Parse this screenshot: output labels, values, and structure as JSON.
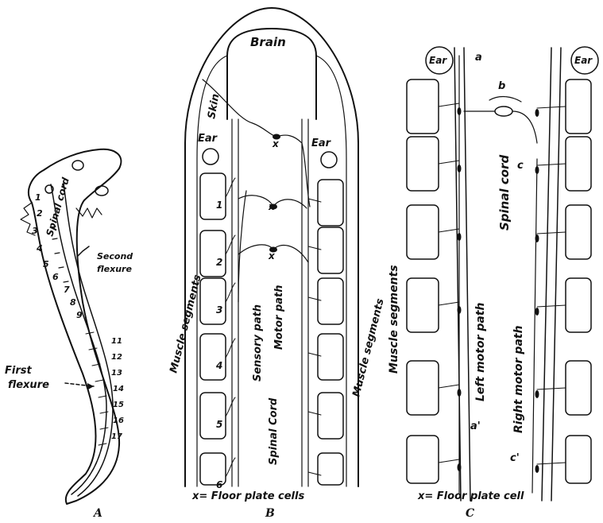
{
  "figure": {
    "panel_a": {
      "caption": "A",
      "spinal_cord_label": "Spinal cord",
      "second_flexure_label": "Second\nflexure",
      "first_flexure_label": "First\nflexure",
      "segment_numbers_front": [
        "1",
        "2",
        "3",
        "4",
        "5",
        "6",
        "7",
        "8",
        "9"
      ],
      "segment_numbers_back": [
        "11",
        "12",
        "13",
        "14",
        "15",
        "16",
        "17"
      ]
    },
    "panel_b": {
      "caption": "B",
      "brain_label": "Brain",
      "skin_label": "Skin",
      "ear_left_label": "Ear",
      "ear_right_label": "Ear",
      "segment_numbers": [
        "1",
        "2",
        "3",
        "4",
        "5",
        "6"
      ],
      "muscle_left_label": "Muscle segments",
      "muscle_right_label": "Muscle segments",
      "sensory_path_label": "Sensory path",
      "motor_path_label": "Motor path",
      "spinal_cord_label": "Spinal Cord",
      "floor_marker": "x",
      "legend": "x= Floor plate cells"
    },
    "panel_c": {
      "caption": "C",
      "ear_left_label": "Ear",
      "ear_right_label": "Ear",
      "path_labels": [
        "a",
        "b",
        "c",
        "a'",
        "c'"
      ],
      "spinal_cord_label": "Spinal cord",
      "muscle_label": "Muscle segments",
      "left_motor_label": "Left motor path",
      "right_motor_label": "Right motor path",
      "legend": "x= Floor plate cell"
    }
  }
}
